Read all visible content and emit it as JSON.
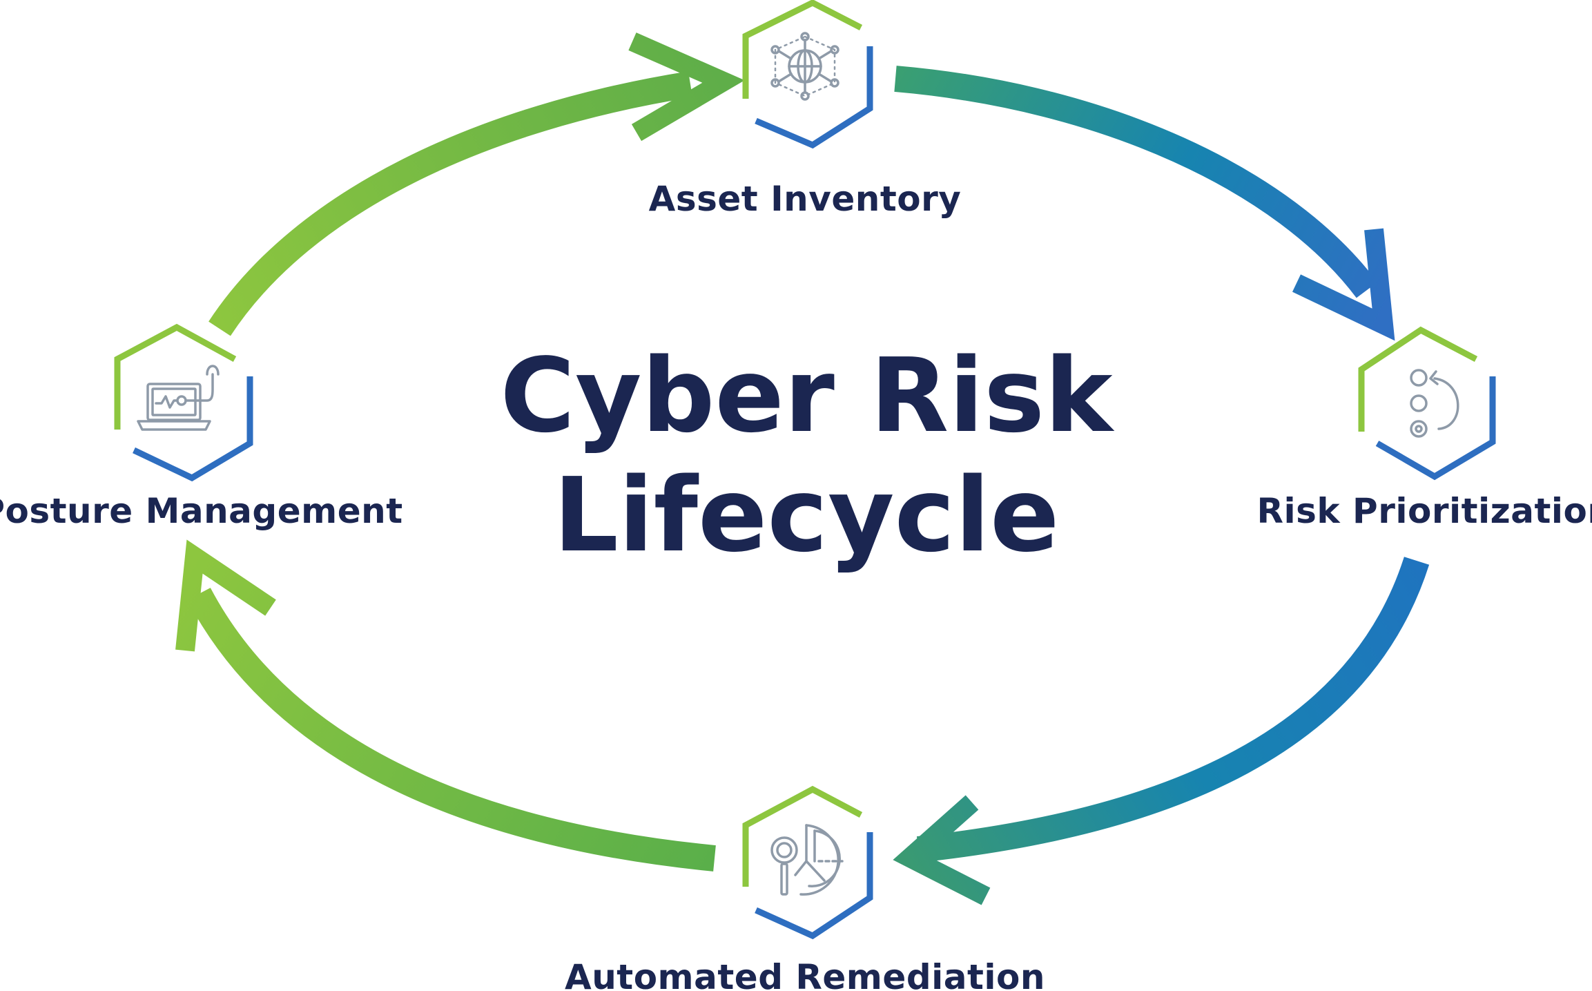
{
  "title": {
    "line1": "Cyber Risk",
    "line2": "Lifecycle"
  },
  "stages": [
    {
      "label": "Asset Inventory",
      "icon": "network-globe-icon"
    },
    {
      "label": "Risk Prioritization",
      "icon": "prioritized-list-icon"
    },
    {
      "label": "Automated Remediation",
      "icon": "magnifier-chart-icon"
    },
    {
      "label": "Posture Management",
      "icon": "laptop-stethoscope-icon"
    }
  ],
  "colors": {
    "text": "#1b2651",
    "green": "#8dc63f",
    "green_dark": "#5fb04a",
    "teal": "#2f9a84",
    "blue": "#1a72bb",
    "blue_deep": "#2e6ec0",
    "icon_stroke": "#8e9aa8"
  }
}
